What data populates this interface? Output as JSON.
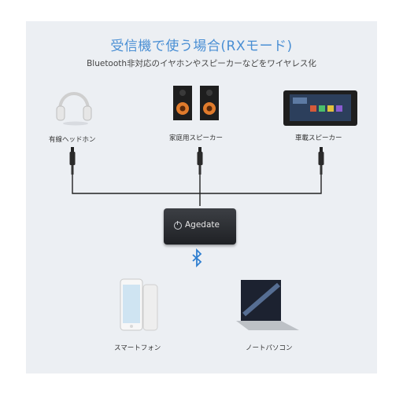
{
  "header": {
    "title": "受信機で使う場合(RXモード)",
    "subtitle": "Bluetooth非対応のイヤホンやスピーカーなどをワイヤレス化"
  },
  "sources": [
    {
      "label": "有線ヘッドホン",
      "icon": "headphones-icon"
    },
    {
      "label": "家庭用スピーカー",
      "icon": "speakers-icon"
    },
    {
      "label": "車載スピーカー",
      "icon": "car-stereo-icon"
    }
  ],
  "receiver": {
    "brand": "Agedate",
    "icon": "power-icon"
  },
  "link_icon": "bluetooth-icon",
  "devices": [
    {
      "label": "スマートフォン",
      "icon": "smartphone-icon"
    },
    {
      "label": "ノートパソコン",
      "icon": "laptop-icon"
    }
  ],
  "colors": {
    "title": "#4a8fd4",
    "panel": "#eceff3",
    "bluetooth": "#2f7fd0",
    "speaker_cone": "#e07b2c"
  }
}
